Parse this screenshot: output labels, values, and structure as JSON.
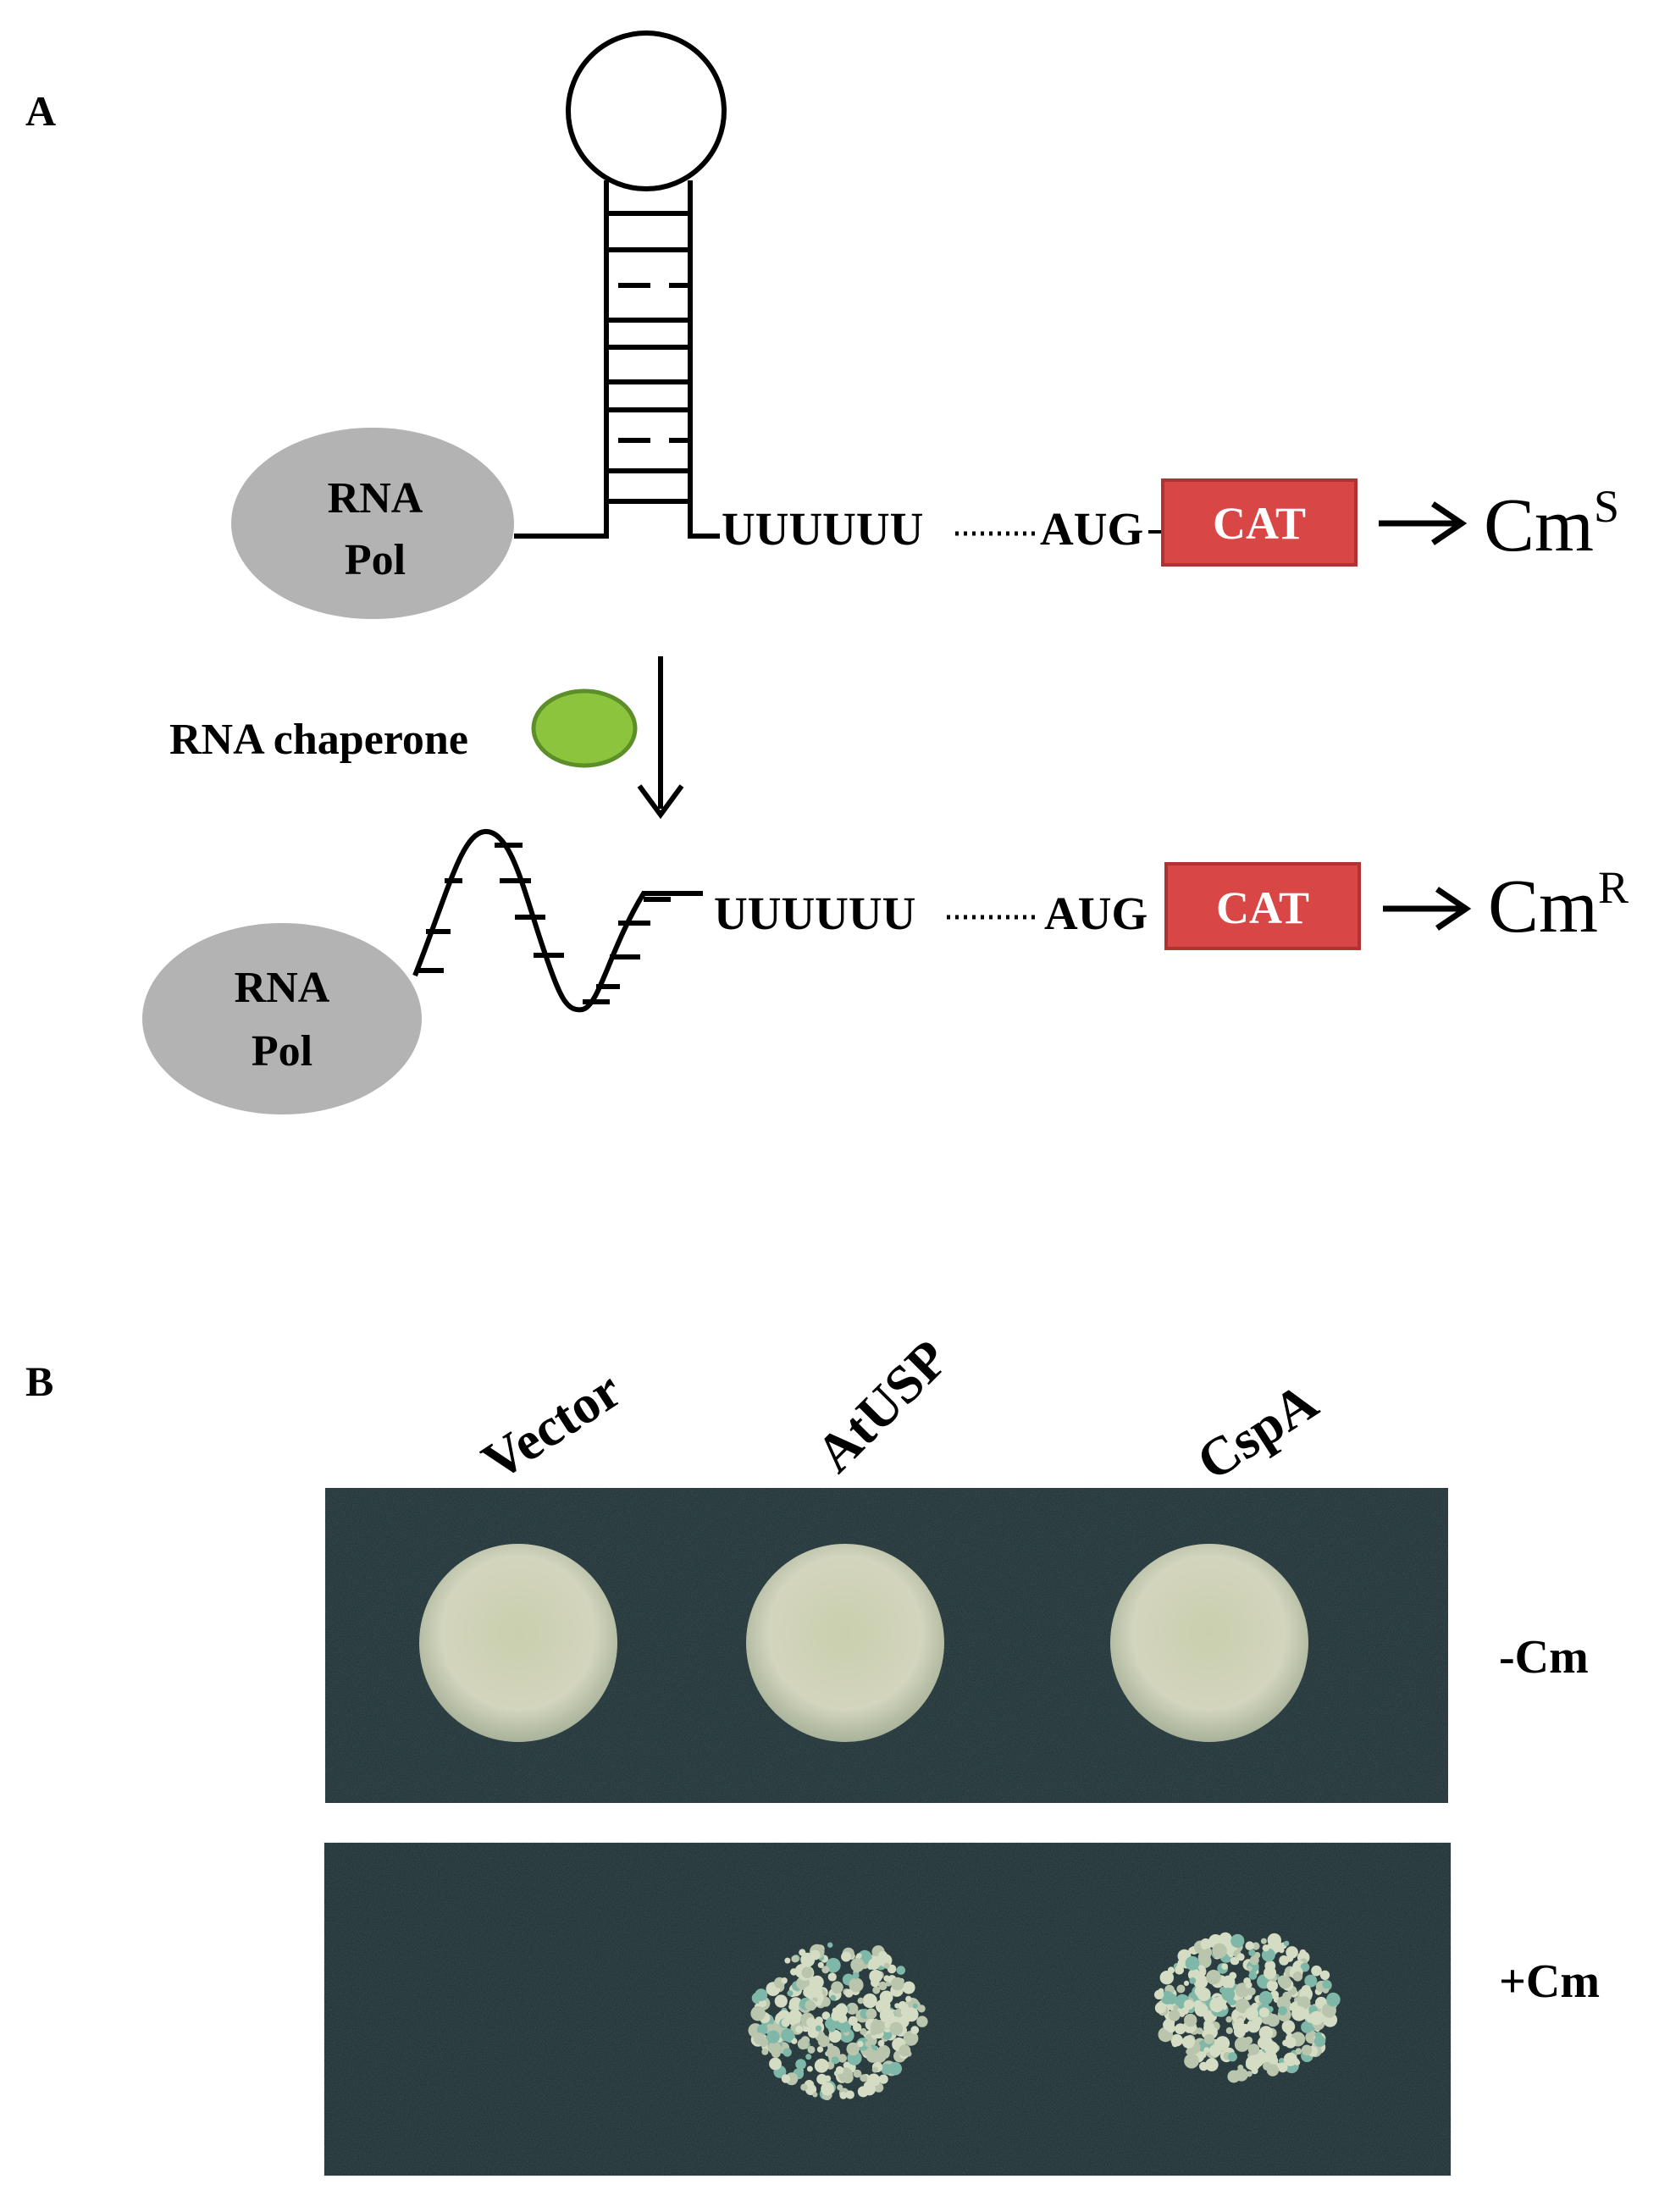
{
  "panel_a": {
    "label": "A",
    "pol_top": {
      "line1": "RNA",
      "line2": "Pol"
    },
    "pol_bottom": {
      "line1": "RNA",
      "line2": "Pol"
    },
    "seq_top": {
      "uracils": "UUUUUU",
      "start": "AUG"
    },
    "seq_bottom": {
      "uracils": "UUUUUU",
      "start": "AUG"
    },
    "gene_top": "CAT",
    "gene_bottom": "CAT",
    "result_top": {
      "base": "Cm",
      "sup": "S"
    },
    "result_bottom": {
      "base": "Cm",
      "sup": "R"
    },
    "chaperone_label": "RNA chaperone",
    "colors": {
      "polymerase": "#b3b3b3",
      "chaperone_fill": "#8cc43e",
      "chaperone_stroke": "#5c8f2a",
      "cat_fill": "#d94646",
      "cat_stroke": "#b03333"
    }
  },
  "panel_b": {
    "label": "B",
    "columns": [
      "Vector",
      "AtUSP",
      "CspA"
    ],
    "rows": [
      {
        "label": "-Cm",
        "growth": [
          "confluent",
          "confluent",
          "confluent"
        ]
      },
      {
        "label": "+Cm",
        "growth": [
          "none",
          "colonies",
          "colonies"
        ]
      }
    ],
    "colors": {
      "plate": "#1b2c2f",
      "spot": "#cfd3b8",
      "colony": "#d5dcc4"
    }
  }
}
